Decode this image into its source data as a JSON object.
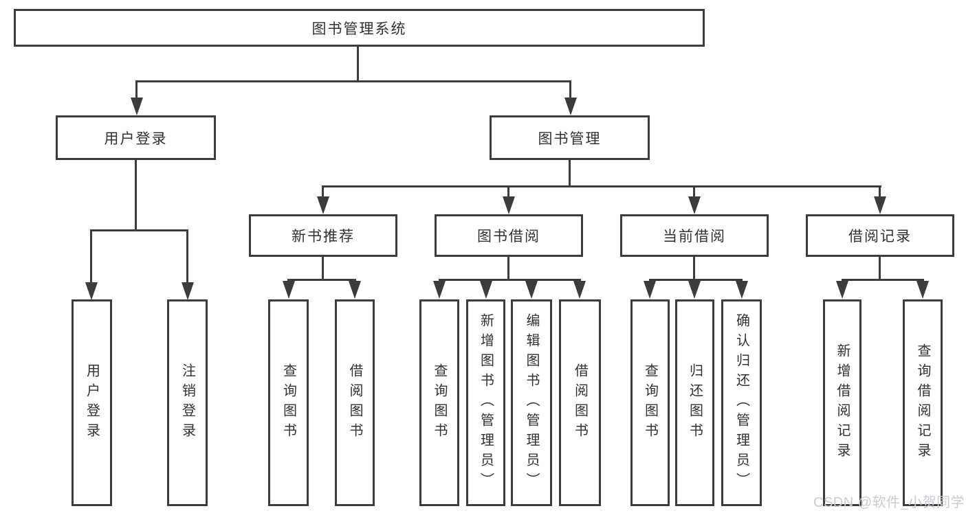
{
  "diagram": {
    "root": {
      "label": "图书管理系统"
    },
    "branches": [
      {
        "label": "用户登录",
        "children": [
          {
            "label": "用户登录"
          },
          {
            "label": "注销登录"
          }
        ]
      },
      {
        "label": "图书管理",
        "sections": [
          {
            "label": "新书推荐",
            "children": [
              {
                "label": "查询图书"
              },
              {
                "label": "借阅图书"
              }
            ]
          },
          {
            "label": "图书借阅",
            "children": [
              {
                "label": "查询图书"
              },
              {
                "label": "新增图书（管理员）"
              },
              {
                "label": "编辑图书（管理员）"
              },
              {
                "label": "借阅图书"
              }
            ]
          },
          {
            "label": "当前借阅",
            "children": [
              {
                "label": "查询图书"
              },
              {
                "label": "归还图书"
              },
              {
                "label": "确认归还（管理员）"
              }
            ]
          },
          {
            "label": "借阅记录",
            "children": [
              {
                "label": "新增借阅记录"
              },
              {
                "label": "查询借阅记录"
              }
            ]
          }
        ]
      }
    ]
  },
  "watermark": {
    "text": "CSDN @软件_小贺同学",
    "color": "#cbccd4"
  },
  "colors": {
    "line": "#3c3c3c",
    "text": "#323232",
    "background": "#ffffff"
  }
}
